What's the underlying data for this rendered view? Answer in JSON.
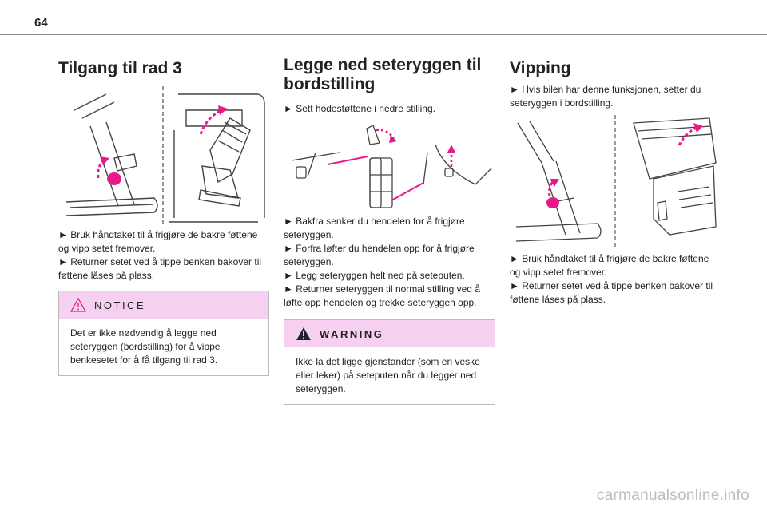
{
  "page_number": "64",
  "col1": {
    "heading": "Tilgang til rad 3",
    "steps": [
      "► Bruk håndtaket til å frigjøre de bakre føttene og vipp setet fremover.",
      "► Returner setet ved å tippe benken bakover til føttene låses på plass."
    ],
    "notice": {
      "title": "NOTICE",
      "icon": "warning-triangle-icon",
      "text": "Det er ikke nødvendig å legge ned seteryggen (bordstilling) for å vippe benkesetet for å få tilgang til rad 3."
    }
  },
  "col2": {
    "heading": "Legge ned seteryggen til bordstilling",
    "intro": "► Sett hodestøttene i nedre stilling.",
    "steps": [
      "► Bakfra senker du hendelen for å frigjøre seteryggen.",
      "► Forfra løfter du hendelen opp for å frigjøre seteryggen.",
      "► Legg seteryggen helt ned på seteputen.",
      "► Returner seteryggen til normal stilling ved å løfte opp hendelen og trekke seteryggen opp."
    ],
    "warning": {
      "title": "WARNING",
      "icon": "warning-triangle-filled-icon",
      "text": "Ikke la det ligge gjenstander (som en veske eller leker) på seteputen når du legger ned seteryggen."
    }
  },
  "col3": {
    "heading": "Vipping",
    "intro": "► Hvis bilen har denne funksjonen, setter du seteryggen i bordstilling.",
    "steps": [
      "► Bruk håndtaket til å frigjøre de bakre føttene og vipp setet fremover.",
      "► Returner setet ved å tippe benken bakover til føttene låses på plass."
    ]
  },
  "watermark": "carmanualsonline.info",
  "colors": {
    "accent": "#e8198b",
    "notice_bg": "#f6d0f0",
    "border": "#bbbbbb"
  }
}
